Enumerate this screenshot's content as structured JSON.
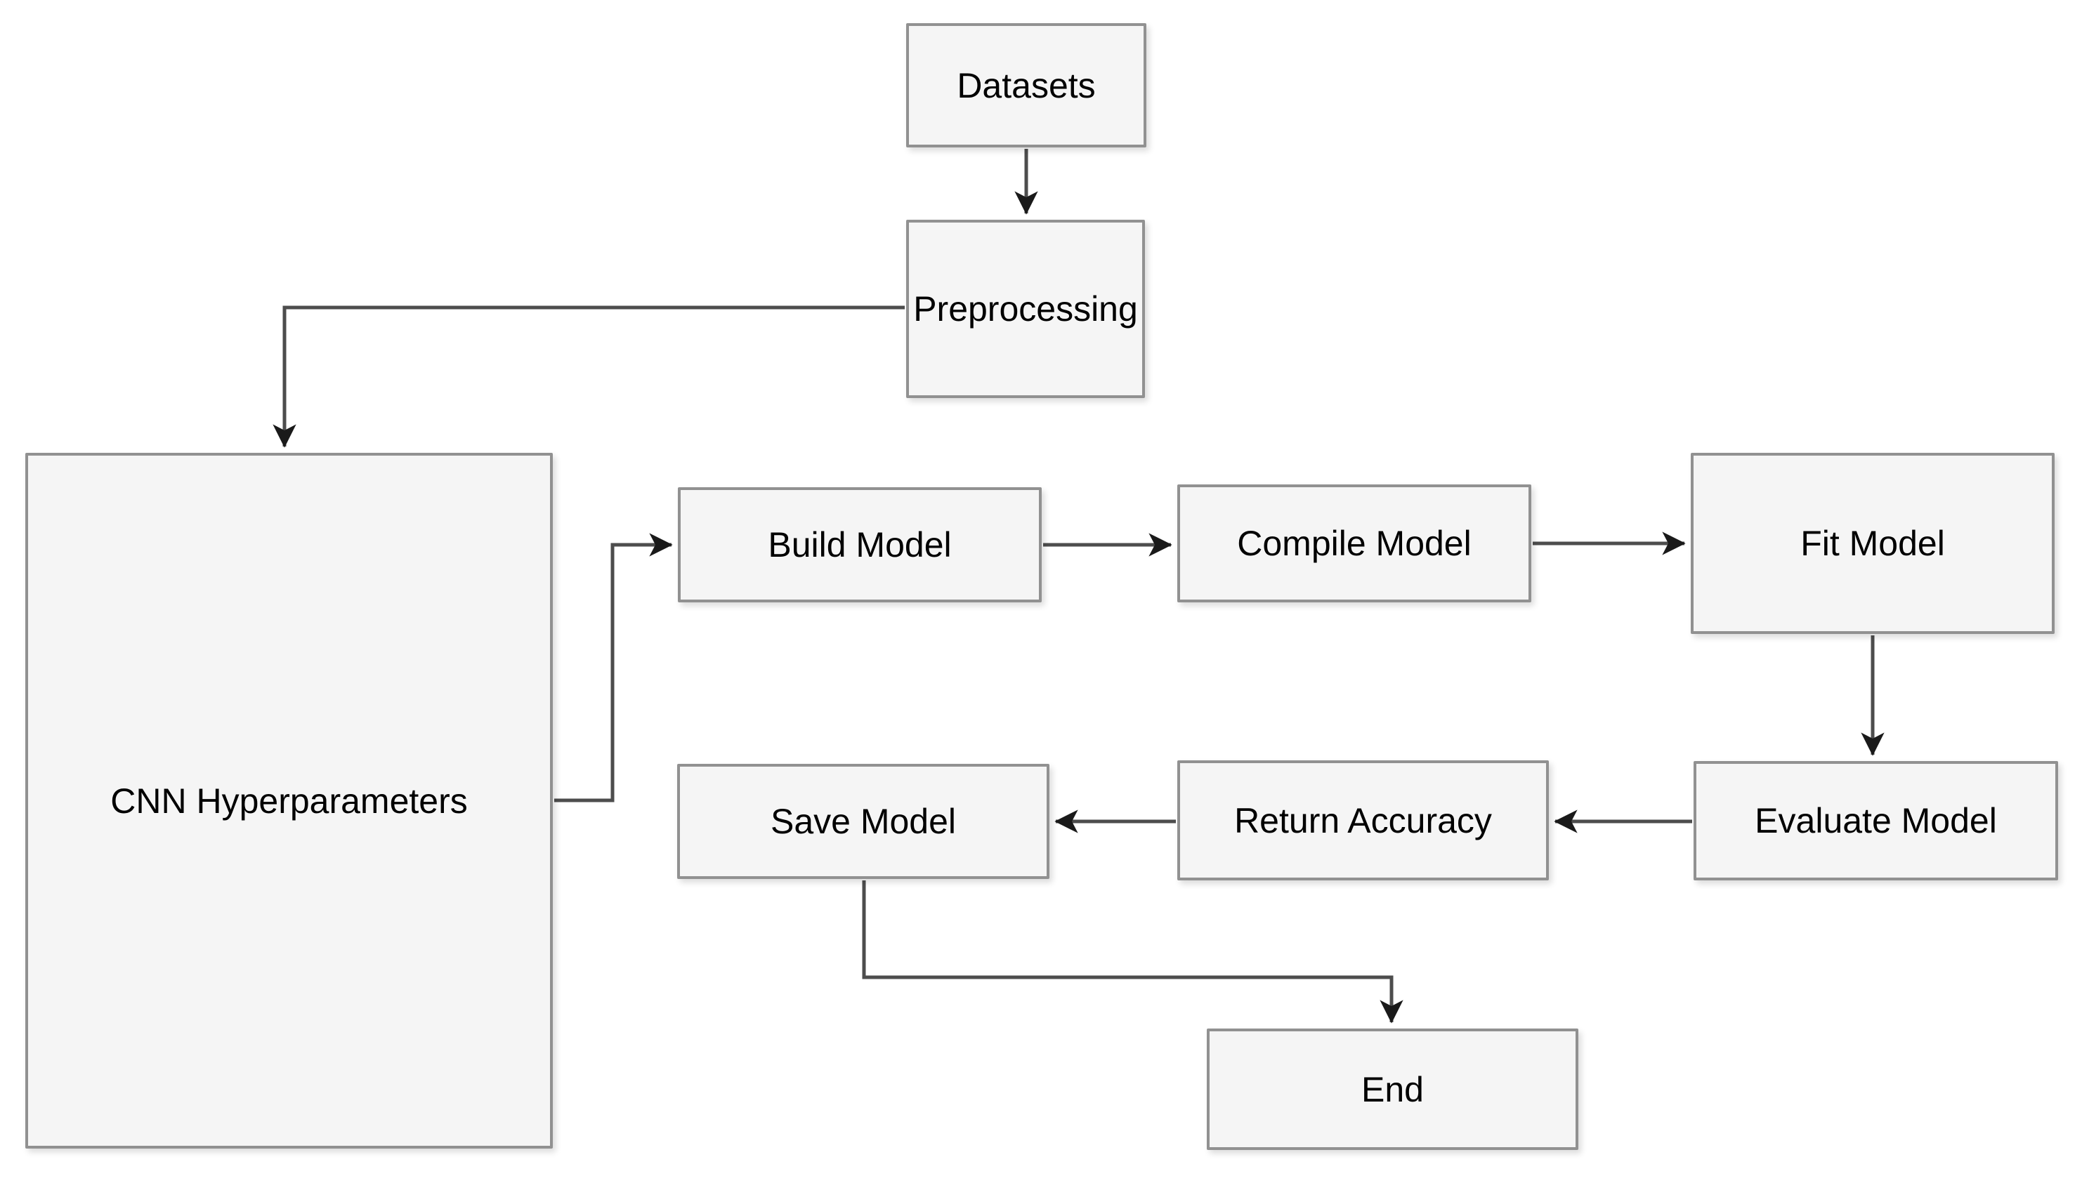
{
  "diagram": {
    "type": "flowchart",
    "nodes": [
      {
        "id": "datasets",
        "label": "Datasets"
      },
      {
        "id": "preprocessing",
        "label": "Preprocessing"
      },
      {
        "id": "cnn-hyperparameters",
        "label": "CNN Hyperparameters"
      },
      {
        "id": "build-model",
        "label": "Build Model"
      },
      {
        "id": "compile-model",
        "label": "Compile Model"
      },
      {
        "id": "fit-model",
        "label": "Fit Model"
      },
      {
        "id": "evaluate-model",
        "label": "Evaluate Model"
      },
      {
        "id": "return-accuracy",
        "label": "Return Accuracy"
      },
      {
        "id": "save-model",
        "label": "Save Model"
      },
      {
        "id": "end",
        "label": "End"
      }
    ],
    "edges": [
      {
        "from": "datasets",
        "to": "preprocessing"
      },
      {
        "from": "preprocessing",
        "to": "cnn-hyperparameters"
      },
      {
        "from": "cnn-hyperparameters",
        "to": "build-model"
      },
      {
        "from": "build-model",
        "to": "compile-model"
      },
      {
        "from": "compile-model",
        "to": "fit-model"
      },
      {
        "from": "fit-model",
        "to": "evaluate-model"
      },
      {
        "from": "evaluate-model",
        "to": "return-accuracy"
      },
      {
        "from": "return-accuracy",
        "to": "save-model"
      },
      {
        "from": "save-model",
        "to": "end"
      }
    ],
    "colors": {
      "background": "#ffffff",
      "node_fill": "#f5f5f5",
      "node_border": "#919191",
      "edge_line": "#4d4d4d",
      "arrowhead": "#1a1a1a",
      "text": "#000000"
    }
  }
}
